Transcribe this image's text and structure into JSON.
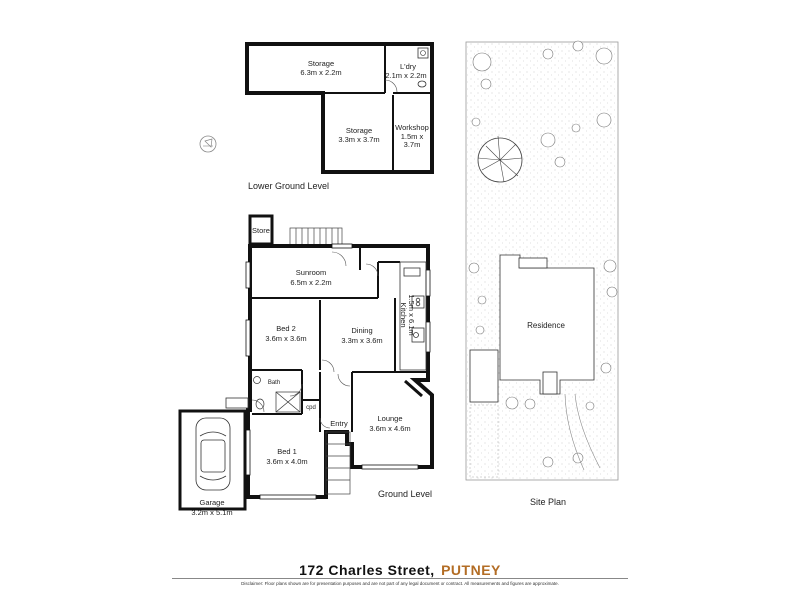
{
  "plan": {
    "lower_ground": {
      "label": "Lower Ground Level",
      "rooms": {
        "storage_large": {
          "name": "Storage",
          "size": "6.3m x 2.2m"
        },
        "laundry": {
          "name": "L'dry",
          "size": "2.1m x 2.2m"
        },
        "storage_small": {
          "name": "Storage",
          "size": "3.3m x 3.7m"
        },
        "workshop": {
          "name": "Workshop",
          "size_line1": "1.5m x",
          "size_line2": "3.7m"
        }
      }
    },
    "ground": {
      "label": "Ground Level",
      "rooms": {
        "store": {
          "name": "Store"
        },
        "sunroom": {
          "name": "Sunroom",
          "size": "6.5m x 2.2m"
        },
        "bed2": {
          "name": "Bed 2",
          "size": "3.6m x 3.6m"
        },
        "dining": {
          "name": "Dining",
          "size": "3.3m x 3.6m"
        },
        "kitchen": {
          "name": "Kitchen",
          "size": "1.5m x 6.1m"
        },
        "bath": {
          "name": "Bath"
        },
        "cpd": {
          "name": "cpd"
        },
        "entry": {
          "name": "Entry"
        },
        "lounge": {
          "name": "Lounge",
          "size": "3.6m x 4.6m"
        },
        "bed1": {
          "name": "Bed 1",
          "size": "3.6m x 4.0m"
        },
        "garage": {
          "name": "Garage",
          "size": "3.2m x 5.1m"
        }
      }
    },
    "site": {
      "label": "Site Plan",
      "residence": "Residence"
    }
  },
  "footer": {
    "address": "172 Charles Street,",
    "suburb": "PUTNEY",
    "disclaimer": "Disclaimer: Floor plans shown are for presentation purposes and are not part of any legal document or contract. All measurements and figures are approximate."
  },
  "colors": {
    "wall": "#111111",
    "footer_suburb": "#b36d25",
    "grass_dots": "#c8c8c8"
  }
}
